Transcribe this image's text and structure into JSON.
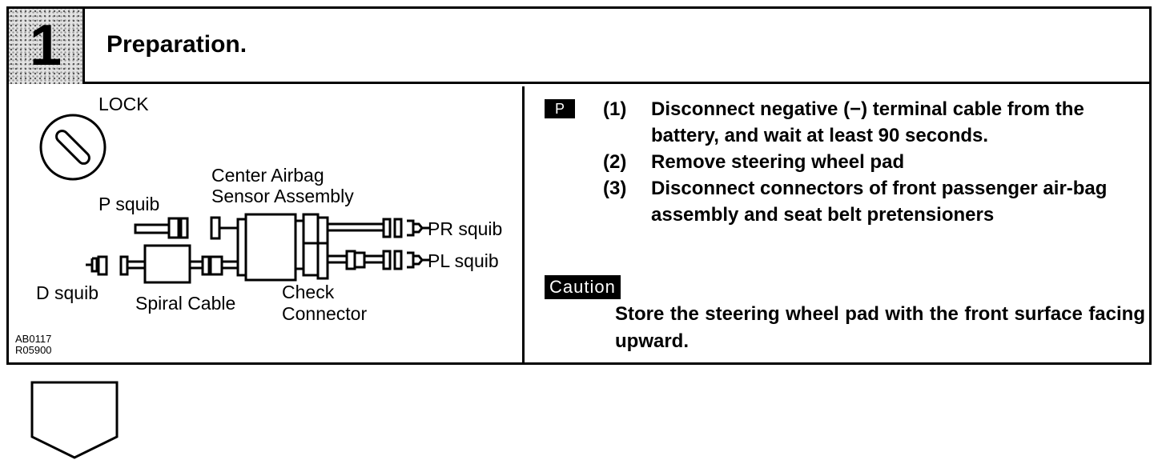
{
  "header": {
    "step_number": "1",
    "title": "Preparation."
  },
  "diagram": {
    "lock_label": "LOCK",
    "center_sensor_label_line1": "Center Airbag",
    "center_sensor_label_line2": "Sensor Assembly",
    "p_squib_label": "P squib",
    "pr_squib_label": "PR squib",
    "pl_squib_label": "PL squib",
    "d_squib_label": "D squib",
    "spiral_cable_label": "Spiral Cable",
    "check_connector_line1": "Check",
    "check_connector_line2": "Connector",
    "figure_codes": [
      "AB0117",
      "R05900"
    ]
  },
  "procedure": {
    "tag": "P",
    "steps": [
      {
        "number": "(1)",
        "text": "Disconnect negative (−) terminal cable from the battery, and wait at least 90 seconds."
      },
      {
        "number": "(2)",
        "text": "Remove steering wheel pad"
      },
      {
        "number": "(3)",
        "text": "Disconnect connectors of front passenger air-bag assembly and seat belt pretensioners"
      }
    ]
  },
  "caution": {
    "tag": "Caution",
    "text": "Store the steering wheel pad with the front surface facing upward."
  }
}
